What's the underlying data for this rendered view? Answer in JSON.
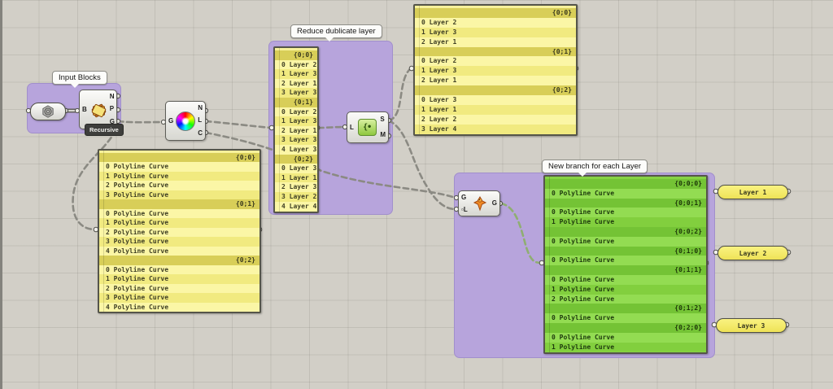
{
  "groups": [
    {
      "label": "Input Blocks"
    },
    {
      "label": "Reduce dublicate layer"
    },
    {
      "label": "New branch for each Layer"
    }
  ],
  "components": {
    "block_param": {
      "icon": "block-icon"
    },
    "explode_block": {
      "tag": "Recursive",
      "inputs": [
        "B"
      ],
      "outputs": [
        "N",
        "P",
        "G"
      ]
    },
    "object_attributes": {
      "icon": "color-wheel-icon",
      "inputs": [
        "G"
      ],
      "outputs": [
        "N",
        "L",
        "C"
      ]
    },
    "create_set": {
      "icon": "create-set-icon",
      "inputs": [
        "L"
      ],
      "outputs": [
        "S",
        "M"
      ]
    },
    "branch_by_layer": {
      "icon": "bird-icon",
      "inputs": [
        "G",
        "▫L"
      ],
      "outputs": [
        "G"
      ]
    }
  },
  "panels": [
    {
      "id": "polyline-curves-panel",
      "sections": [
        {
          "path": "{0;0}",
          "items": [
            "Polyline Curve",
            "Polyline Curve",
            "Polyline Curve",
            "Polyline Curve"
          ]
        },
        {
          "path": "{0;1}",
          "items": [
            "Polyline Curve",
            "Polyline Curve",
            "Polyline Curve",
            "Polyline Curve",
            "Polyline Curve"
          ]
        },
        {
          "path": "{0;2}",
          "items": [
            "Polyline Curve",
            "Polyline Curve",
            "Polyline Curve",
            "Polyline Curve",
            "Polyline Curve"
          ]
        }
      ]
    },
    {
      "id": "layer-list-panel",
      "sections": [
        {
          "path": "{0;0}",
          "items": [
            "Layer 2",
            "Layer 3",
            "Layer 1",
            "Layer 3"
          ]
        },
        {
          "path": "{0;1}",
          "items": [
            "Layer 2",
            "Layer 3",
            "Layer 1",
            "Layer 3",
            "Layer 3"
          ]
        },
        {
          "path": "{0;2}",
          "items": [
            "Layer 3",
            "Layer 1",
            "Layer 3",
            "Layer 2",
            "Layer 4"
          ]
        }
      ]
    },
    {
      "id": "unique-layers-panel",
      "sections": [
        {
          "path": "{0;0}",
          "items": [
            "Layer 2",
            "Layer 3",
            "Layer 1"
          ]
        },
        {
          "path": "{0;1}",
          "items": [
            "Layer 2",
            "Layer 3",
            "Layer 1"
          ]
        },
        {
          "path": "{0;2}",
          "items": [
            "Layer 3",
            "Layer 1",
            "Layer 2",
            "Layer 4"
          ]
        }
      ]
    },
    {
      "id": "layer-branches-panel",
      "sections": [
        {
          "path": "{0;0;0}",
          "items": [
            "Polyline Curve"
          ]
        },
        {
          "path": "{0;0;1}",
          "items": [
            "Polyline Curve",
            "Polyline Curve"
          ]
        },
        {
          "path": "{0;0;2}",
          "items": [
            "Polyline Curve"
          ]
        },
        {
          "path": "{0;1;0}",
          "items": [
            "Polyline Curve"
          ]
        },
        {
          "path": "{0;1;1}",
          "items": [
            "Polyline Curve",
            "Polyline Curve",
            "Polyline Curve"
          ]
        },
        {
          "path": "{0;1;2}",
          "items": [
            "Polyline Curve"
          ]
        },
        {
          "path": "{0;2;0}",
          "items": [
            "Polyline Curve",
            "Polyline Curve"
          ]
        }
      ]
    }
  ],
  "layer_tags": [
    {
      "label": "Layer 1"
    },
    {
      "label": "Layer 2"
    },
    {
      "label": "Layer 3"
    }
  ],
  "colors": {
    "group_fill": "#B7A4DC",
    "panel_yellow": "#F7F19B",
    "panel_green": "#86D244",
    "wire": "#8B8A83"
  }
}
